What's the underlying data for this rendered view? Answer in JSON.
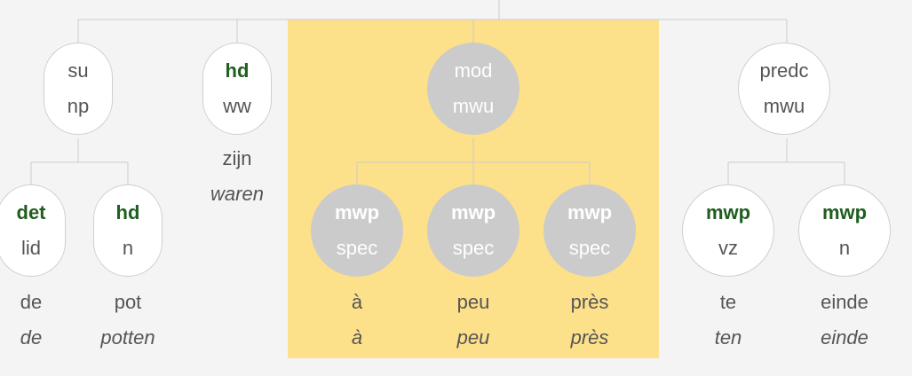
{
  "tree": {
    "nodes": [
      {
        "id": "su",
        "rel": "su",
        "cat": "np",
        "head": false,
        "style": "plain",
        "shape": "narrow"
      },
      {
        "id": "hd-ww",
        "rel": "hd",
        "cat": "ww",
        "head": true,
        "style": "plain",
        "shape": "narrow",
        "word": "zijn",
        "lemma": "waren"
      },
      {
        "id": "mod",
        "rel": "mod",
        "cat": "mwu",
        "head": false,
        "style": "gray",
        "shape": "round"
      },
      {
        "id": "predc",
        "rel": "predc",
        "cat": "mwu",
        "head": false,
        "style": "plain",
        "shape": "round"
      },
      {
        "id": "det",
        "rel": "det",
        "cat": "lid",
        "head": true,
        "style": "plain",
        "shape": "narrow",
        "word": "de",
        "lemma": "de"
      },
      {
        "id": "hd-n",
        "rel": "hd",
        "cat": "n",
        "head": true,
        "style": "plain",
        "shape": "narrow",
        "word": "pot",
        "lemma": "potten"
      },
      {
        "id": "mwp1",
        "rel": "mwp",
        "cat": "spec",
        "head": true,
        "style": "gray",
        "shape": "round",
        "word": "à",
        "lemma": "à"
      },
      {
        "id": "mwp2",
        "rel": "mwp",
        "cat": "spec",
        "head": true,
        "style": "gray",
        "shape": "round",
        "word": "peu",
        "lemma": "peu"
      },
      {
        "id": "mwp3",
        "rel": "mwp",
        "cat": "spec",
        "head": true,
        "style": "gray",
        "shape": "round",
        "word": "près",
        "lemma": "près"
      },
      {
        "id": "mwp4",
        "rel": "mwp",
        "cat": "vz",
        "head": true,
        "style": "plain",
        "shape": "round",
        "word": "te",
        "lemma": "ten"
      },
      {
        "id": "mwp5",
        "rel": "mwp",
        "cat": "n",
        "head": true,
        "style": "plain",
        "shape": "round",
        "word": "einde",
        "lemma": "einde"
      }
    ],
    "highlight_color": "#fde08a",
    "node_gray_color": "#cbcbcb",
    "head_rel_color": "#1f5e1f"
  }
}
